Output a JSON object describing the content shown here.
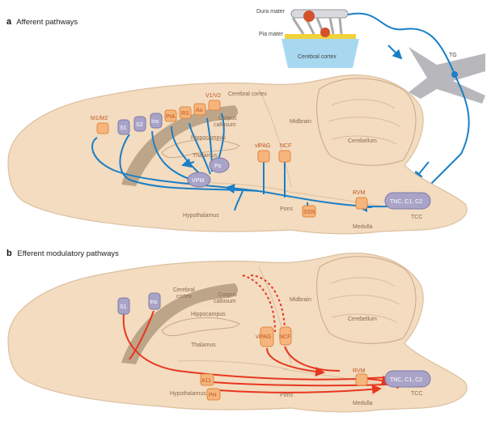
{
  "panel_a": {
    "letter": "a",
    "title": "Afferent pathways",
    "meninges": {
      "dura": "Dura mater",
      "pia": "Pia mater",
      "cortex": "Cerebral cortex",
      "tg": "TG"
    },
    "regions": {
      "cerebral_cortex": "Cerebral cortex",
      "corpus_callosum_1": "Corpus",
      "corpus_callosum_2": "callosum",
      "hippocampus": "Hippocampus",
      "thalamus": "Thalamus",
      "midbrain": "Midbrain",
      "cerebellum": "Cerebellum",
      "hypothalamus": "Hypothalamus",
      "pons": "Pons",
      "medulla": "Medulla",
      "tcc": "TCC"
    },
    "cortical_nuclei": [
      "M1/M2",
      "S1",
      "S2",
      "Ins",
      "PtA",
      "RS",
      "Au",
      "V1/V2"
    ],
    "other_nuclei": {
      "po": "Po",
      "vpm": "VPM",
      "vlpag": "vlPAG",
      "ncf": "NCF",
      "rvm": "RVM",
      "ssn": "SSN",
      "tnc": "TNC, C1, C2"
    }
  },
  "panel_b": {
    "letter": "b",
    "title": "Efferent modulatory pathways",
    "regions": {
      "cerebral_1": "Cerebral",
      "cerebral_2": "cortex",
      "corpus_1": "Corpus",
      "corpus_2": "callosum",
      "hippocampus": "Hippocampus",
      "thalamus": "Thalamus",
      "midbrain": "Midbrain",
      "cerebellum": "Cerebellum",
      "hypothalamus": "Hypothalamus",
      "pons": "Pons",
      "medulla": "Medulla",
      "tcc": "TCC"
    },
    "nuclei": {
      "s1": "S1",
      "ins": "Ins",
      "vlpag": "vlPAG",
      "ncf": "NCF",
      "rvm": "RVM",
      "a11": "A11",
      "ph": "PH",
      "tnc": "TNC, C1, C2"
    }
  },
  "colors": {
    "brain_fill": "#f3dcc0",
    "brain_stroke": "#dcbf9f",
    "afferent": "#1a7fc6",
    "efferent": "#e8361f",
    "orange_node": "#f6b57c",
    "purple_node": "#a9a4c7"
  }
}
